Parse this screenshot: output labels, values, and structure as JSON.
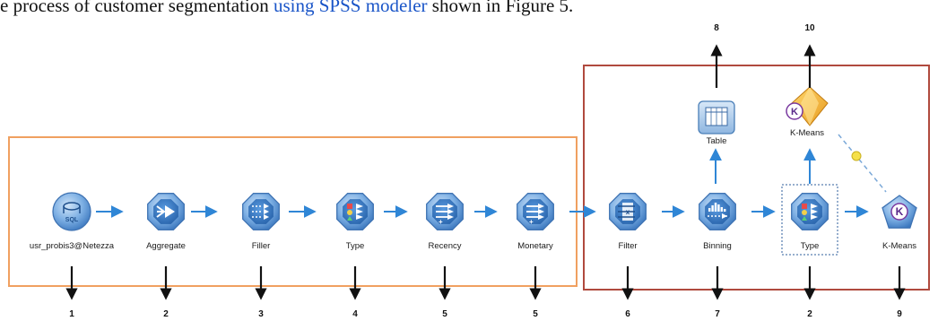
{
  "caption": {
    "before": "e process of customer segmentation ",
    "highlight": "using SPSS modeler",
    "after": " shown in Figure 5."
  },
  "nodes": [
    {
      "id": "sql",
      "label": "usr_probis3@Netezza",
      "icon": "database-sql-icon",
      "number": "1"
    },
    {
      "id": "aggregate",
      "label": "Aggregate",
      "icon": "aggregate-icon",
      "number": "2"
    },
    {
      "id": "filler",
      "label": "Filler",
      "icon": "filler-icon",
      "number": "3"
    },
    {
      "id": "type1",
      "label": "Type",
      "icon": "type-icon",
      "number": "4"
    },
    {
      "id": "recency",
      "label": "Recency",
      "icon": "derive-icon",
      "number": "5"
    },
    {
      "id": "monetary",
      "label": "Monetary",
      "icon": "derive-icon",
      "number": "5"
    },
    {
      "id": "filter",
      "label": "Filter",
      "icon": "filter-icon",
      "number": "6"
    },
    {
      "id": "binning",
      "label": "Binning",
      "icon": "binning-icon",
      "number": "7"
    },
    {
      "id": "type2",
      "label": "Type",
      "icon": "type-icon",
      "number": "2"
    },
    {
      "id": "kmeans",
      "label": "K-Means",
      "icon": "kmeans-icon",
      "number": "9"
    }
  ],
  "outputs": [
    {
      "id": "table",
      "label": "Table",
      "icon": "table-icon",
      "number": "8"
    },
    {
      "id": "kmeans_model",
      "label": "K-Means",
      "icon": "kmeans-model-nugget-icon",
      "number": "10"
    }
  ],
  "colors": {
    "preprocessing_box": "#f0a060",
    "modeling_box": "#b04a3e",
    "connector": "#2f86d6",
    "node_fill": "#4c8fd4",
    "annotation_arrow": "#111111",
    "model_gold": "#f2b233"
  }
}
